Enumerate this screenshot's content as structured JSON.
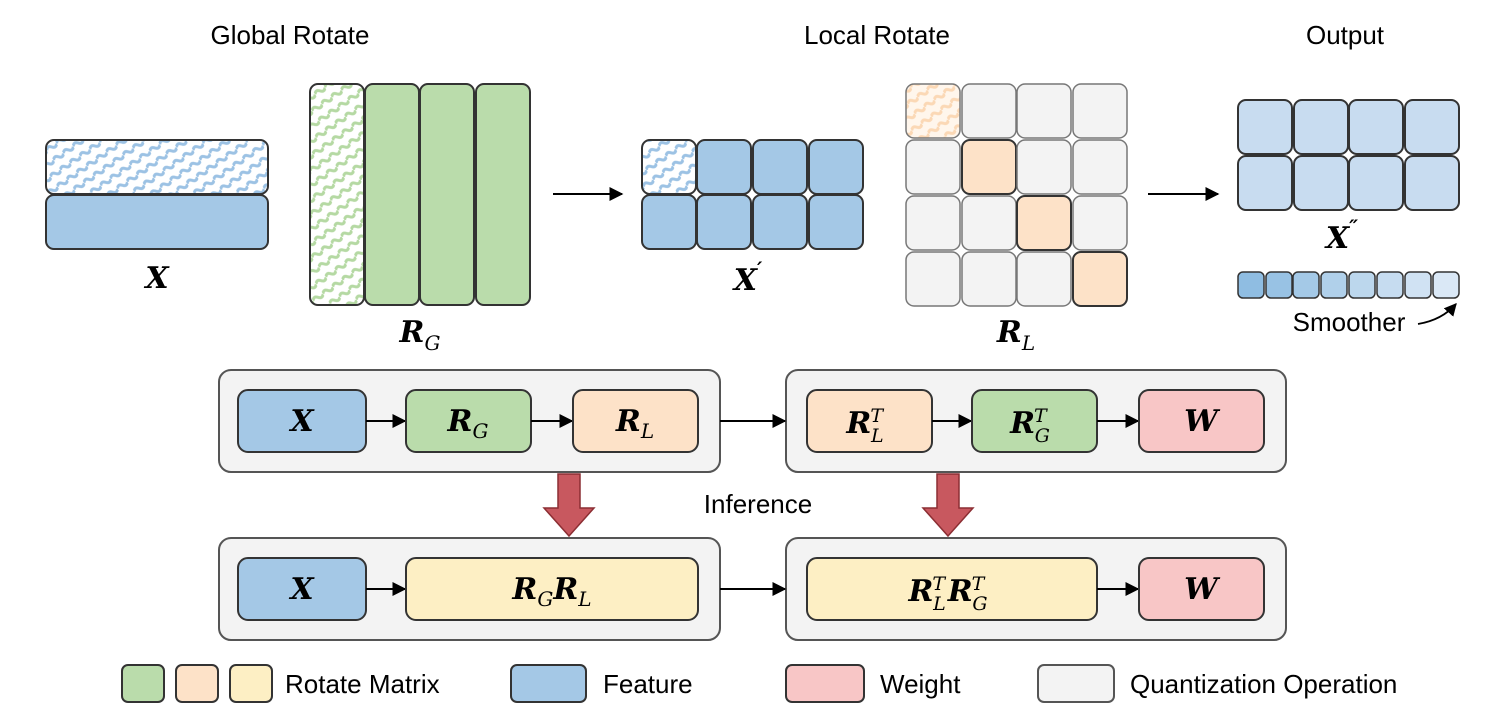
{
  "headings": {
    "global": "Global Rotate",
    "local": "Local Rotate",
    "output": "Output"
  },
  "matrices": {
    "x": "X",
    "x_prime": "X",
    "x_prime_mark": "′",
    "x_double": "X",
    "x_double_mark": "″",
    "r": "R",
    "g": "G",
    "l": "L",
    "t": "T",
    "w": "W"
  },
  "smoother_label": "Smoother",
  "inference_label": "Inference",
  "legend": {
    "rotate": "Rotate Matrix",
    "feature": "Feature",
    "weight": "Weight",
    "quant": "Quantization Operation"
  },
  "colors": {
    "feature": "#a4c8e6",
    "feature_light": "#c8dcf0",
    "green": "#badcab",
    "orange": "#fde2c8",
    "yellow": "#fdefc4",
    "weight": "#f8c6c6",
    "quant": "#f3f3f3",
    "arrow_down": "#c8585f"
  }
}
